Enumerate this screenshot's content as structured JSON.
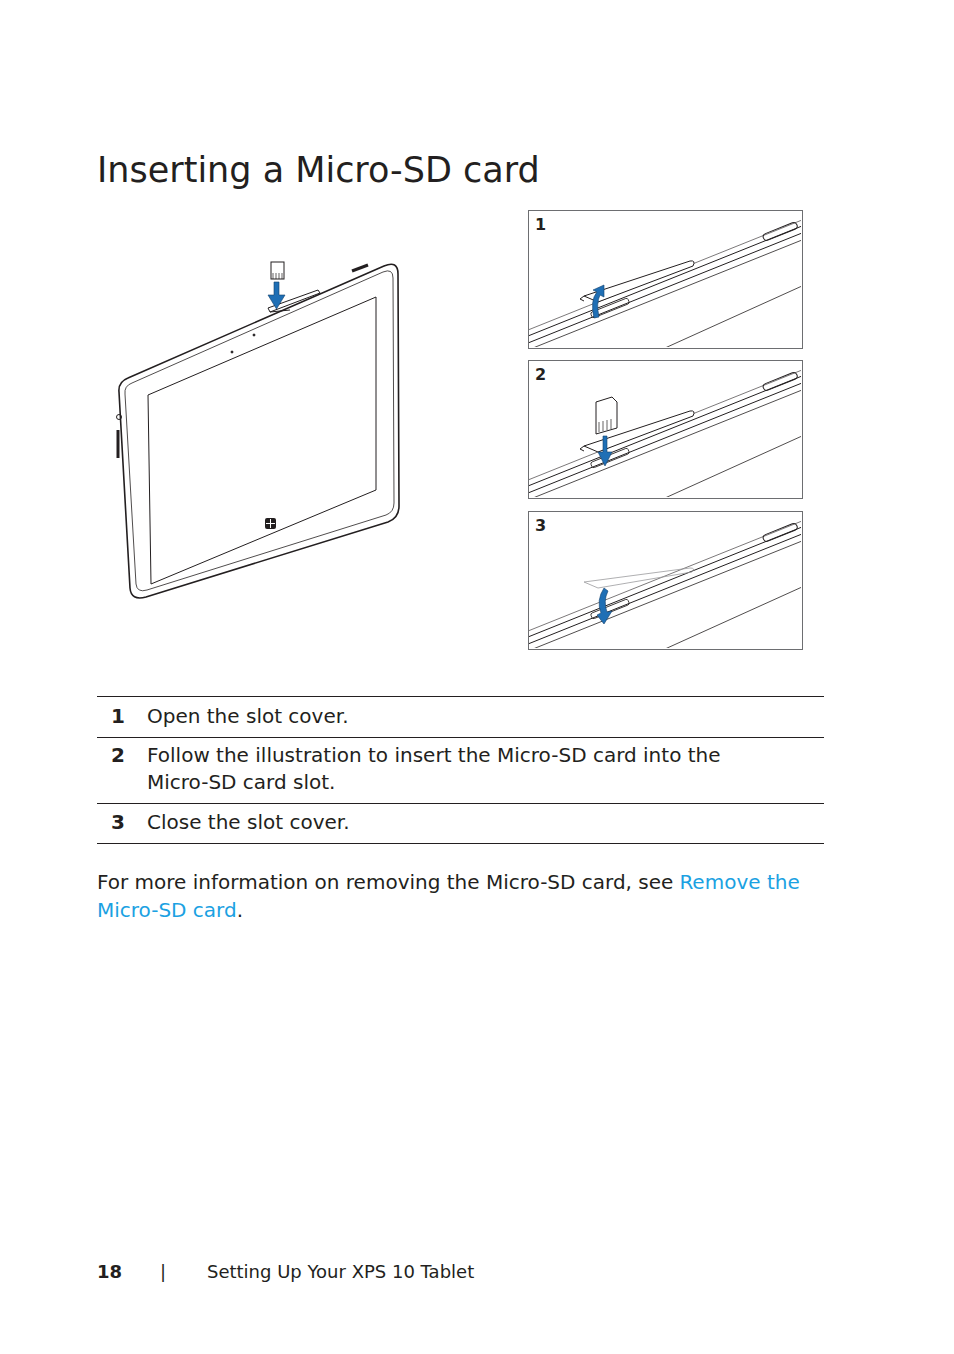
{
  "diagram": {
    "title": "Inserting a Micro-SD card",
    "nodes": [
      {
        "text": [
          "1"
        ]
      },
      {
        "text": [
          "2"
        ]
      },
      {
        "text": [
          "3"
        ]
      }
    ],
    "labels": [
      "1",
      "Open the slot cover.",
      "2",
      "Follow the illustration to insert the Micro-SD card into the Micro-SD card slot.",
      "3",
      "Close the slot cover.",
      "For more information on removing the Micro-SD card, see",
      "Remove the Micro-SD card",
      ".",
      "18",
      "|",
      "Setting Up Your XPS 10 Tablet"
    ]
  }
}
